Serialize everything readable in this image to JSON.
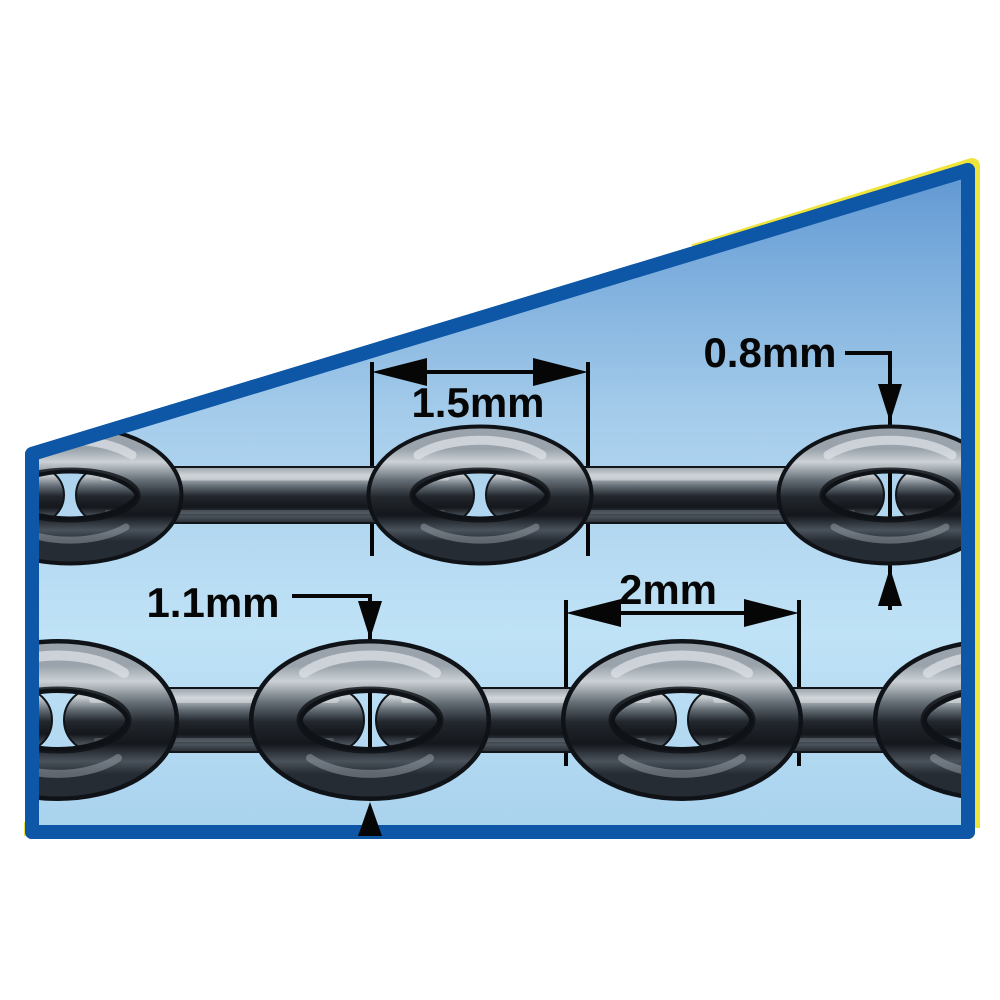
{
  "diagram": {
    "kind": "chain-size-comparison",
    "panel": {
      "border_color": "#0d57a6",
      "edge_accent_color": "#efe43c",
      "background_gradient_top": "#68a0d6",
      "background_gradient_middle": "#a6cdeb",
      "background_gradient_light": "#bfe2f6",
      "background_gradient_bottom": "#a9d2ee"
    },
    "measurements": {
      "top_chain_link_length": "1.5mm",
      "top_chain_link_width": "0.8mm",
      "bottom_chain_link_width": "1.1mm",
      "bottom_chain_link_length": "2mm"
    },
    "chains": {
      "top": {
        "link_length": "1.5mm",
        "link_width": "0.8mm"
      },
      "bottom": {
        "link_length": "2mm",
        "link_width": "1.1mm"
      }
    },
    "chain_metal_colors": {
      "highlight": "#cbd1d6",
      "mid": "#646d75",
      "dark": "#14171c"
    },
    "annotation_color": "#060606"
  }
}
